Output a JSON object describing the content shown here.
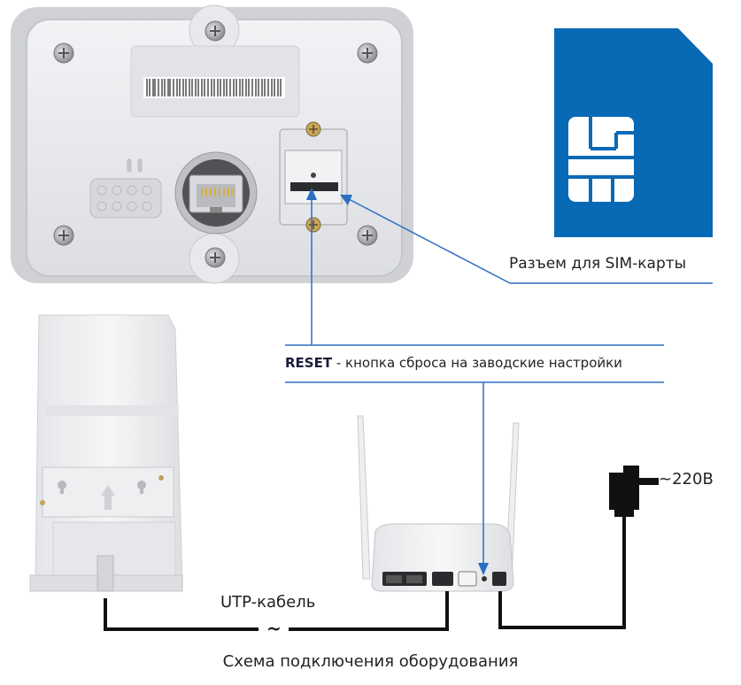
{
  "labels": {
    "sim_slot": "Разъем для SIM-карты",
    "reset_bold": "RESET",
    "reset_rest": " - кнопка сброса на заводские настройки",
    "utp_cable": "UTP-кабель",
    "tilde": "~",
    "power": "~220В",
    "caption": "Схема подключения оборудования"
  },
  "colors": {
    "arrow_blue": "#2a6fc0",
    "sim_blue": "#0869b5",
    "line_black": "#111111"
  },
  "icons": [
    "sim-card-icon",
    "power-adapter-icon",
    "ethernet-port-icon",
    "antenna-icon"
  ]
}
